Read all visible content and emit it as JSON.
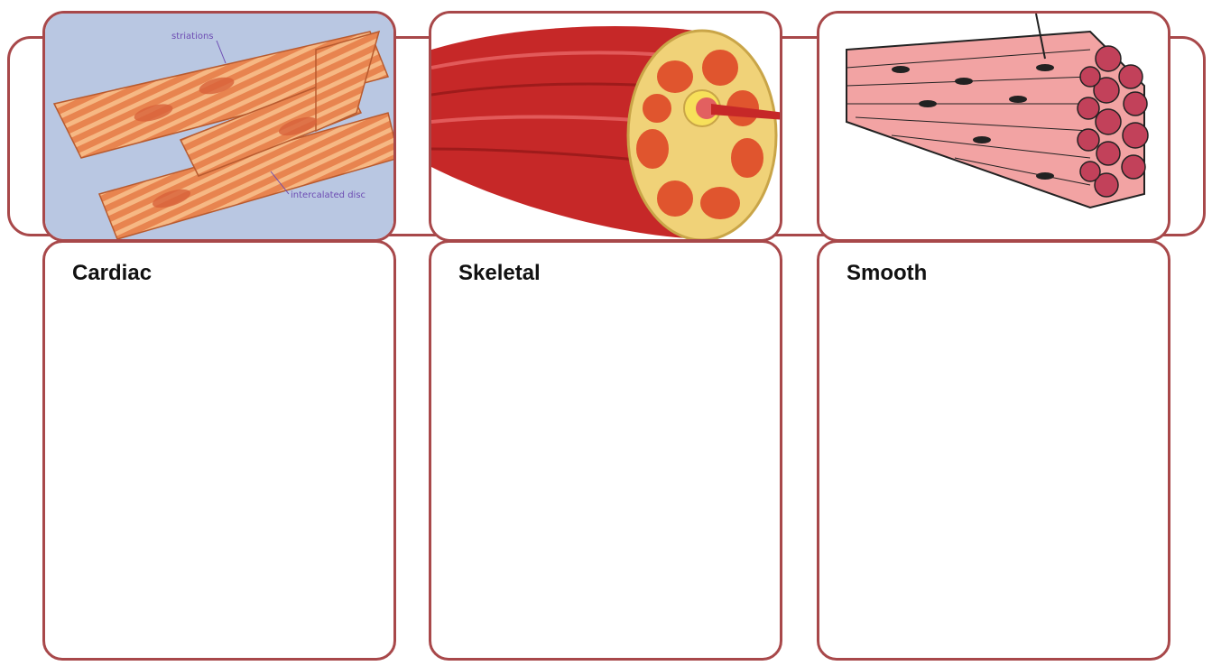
{
  "panels": [
    {
      "title": "Cardiac"
    },
    {
      "title": "Skeletal"
    },
    {
      "title": "Smooth"
    }
  ],
  "cardiac_annotations": {
    "striations": "striations",
    "intercalated_disc": "intercalated disc"
  },
  "colors": {
    "border": "#a8484a",
    "cardiac_bg": "#b9c7e2",
    "cardiac_fiber": "#e8844f",
    "skeletal_muscle": "#c62828",
    "smooth_muscle": "#f2a3a3"
  }
}
